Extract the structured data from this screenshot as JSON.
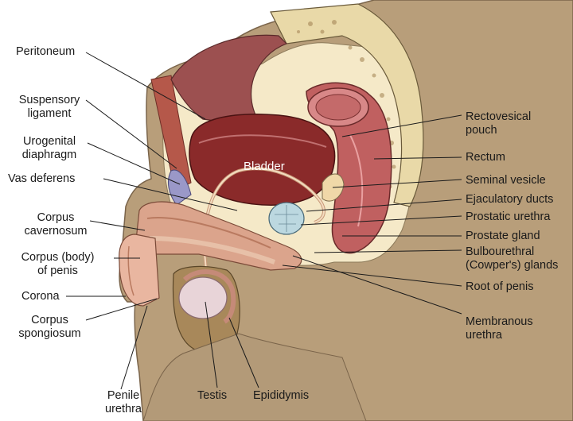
{
  "labels": {
    "peritoneum": {
      "l1": "Peritoneum"
    },
    "suspensory_ligament": {
      "l1": "Suspensory",
      "l2": "ligament"
    },
    "urogenital_diaphragm": {
      "l1": "Urogenital",
      "l2": "diaphragm"
    },
    "vas_deferens": {
      "l1": "Vas deferens"
    },
    "corpus_cavernosum": {
      "l1": "Corpus",
      "l2": "cavernosum"
    },
    "corpus_body_of_penis": {
      "l1": "Corpus (body)",
      "l2": "of penis"
    },
    "corona": {
      "l1": "Corona"
    },
    "corpus_spongiosum": {
      "l1": "Corpus",
      "l2": "spongiosum"
    },
    "penile_urethra": {
      "l1": "Penile",
      "l2": "urethra"
    },
    "testis": {
      "l1": "Testis"
    },
    "epididymis": {
      "l1": "Epididymis"
    },
    "bladder": {
      "l1": "Bladder"
    },
    "rectovesical_pouch": {
      "l1": "Rectovesical",
      "l2": "pouch"
    },
    "rectum": {
      "l1": "Rectum"
    },
    "seminal_vesicle": {
      "l1": "Seminal vesicle"
    },
    "ejaculatory_ducts": {
      "l1": "Ejaculatory ducts"
    },
    "prostatic_urethra": {
      "l1": "Prostatic urethra"
    },
    "prostate_gland": {
      "l1": "Prostate gland"
    },
    "bulbourethral_glands": {
      "l1": "Bulbourethral",
      "l2": "(Cowper's) glands"
    },
    "root_of_penis": {
      "l1": "Root of penis"
    },
    "membranous_urethra": {
      "l1": "Membranous",
      "l2": "urethra"
    }
  }
}
